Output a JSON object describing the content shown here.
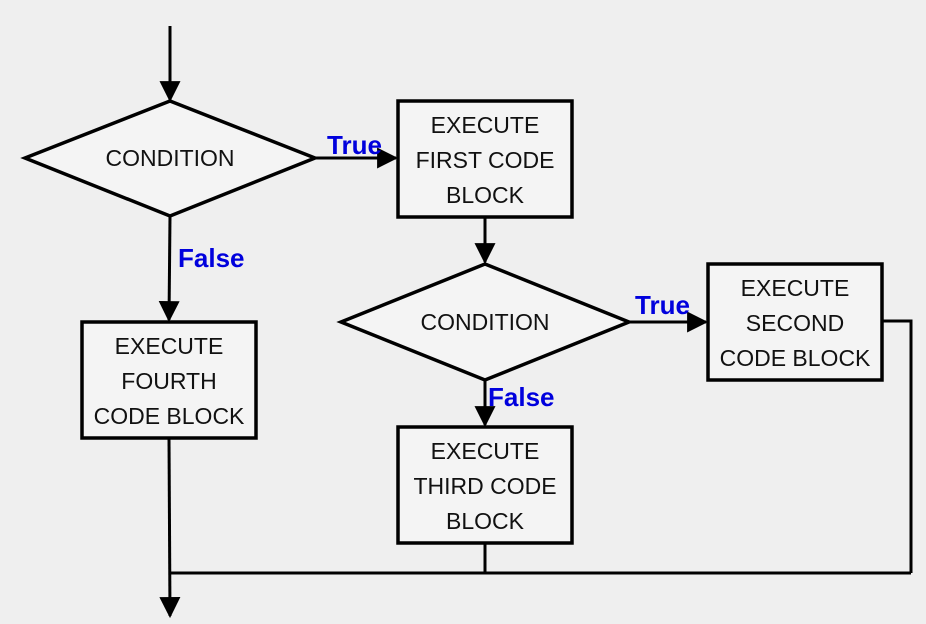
{
  "diagram": {
    "nodes": {
      "condition_1": {
        "label": "CONDITION"
      },
      "first_block": {
        "lines": [
          "EXECUTE",
          "FIRST CODE",
          "BLOCK"
        ]
      },
      "fourth_block": {
        "lines": [
          "EXECUTE",
          "FOURTH",
          "CODE BLOCK"
        ]
      },
      "condition_2": {
        "label": "CONDITION"
      },
      "second_block": {
        "lines": [
          "EXECUTE",
          "SECOND",
          "CODE BLOCK"
        ]
      },
      "third_block": {
        "lines": [
          "EXECUTE",
          "THIRD CODE",
          "BLOCK"
        ]
      }
    },
    "edges": {
      "c1_true": "True",
      "c1_false": "False",
      "c2_true": "True",
      "c2_false": "False"
    },
    "colors": {
      "background": "#efefef",
      "shape_fill": "#f4f4f4",
      "stroke": "#000000",
      "edge_label": "#0000dd"
    }
  }
}
